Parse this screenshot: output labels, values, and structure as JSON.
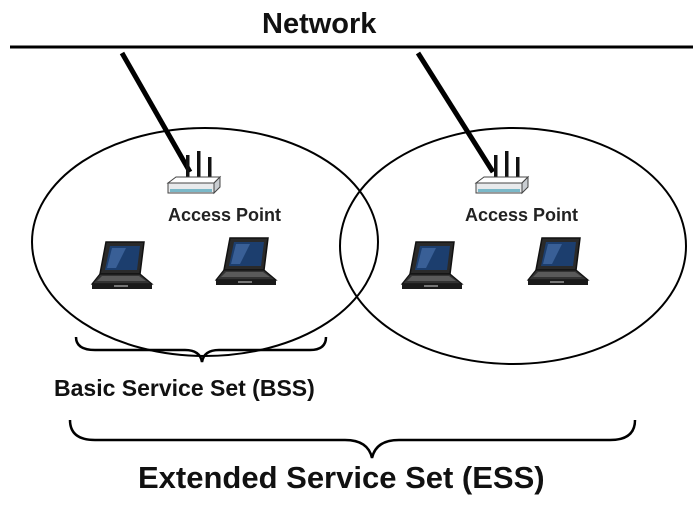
{
  "network_label": "Network",
  "access_points": [
    {
      "label": "Access Point"
    },
    {
      "label": "Access Point"
    }
  ],
  "bss_label": "Basic Service Set (BSS)",
  "ess_label": "Extended Service Set (ESS)",
  "icons": [
    "router-icon",
    "laptop-icon"
  ],
  "colors": {
    "line": "#000000",
    "router_body": "#e8eaec",
    "router_accent": "#7ab8c8",
    "laptop_screen": "#1c3e6e",
    "laptop_body": "#333333"
  }
}
